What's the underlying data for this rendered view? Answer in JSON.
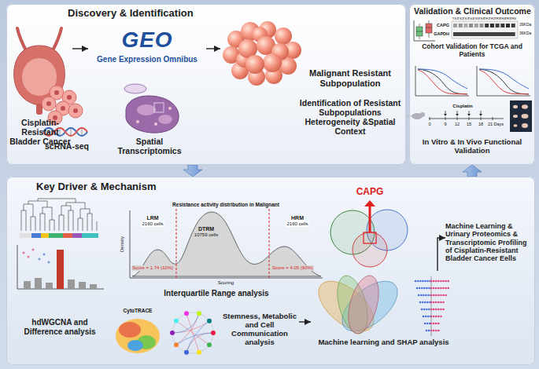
{
  "diagram": {
    "nodes": [
      {
        "text": [
          "Discovery & Identification"
        ]
      },
      {
        "text": [
          "Cisplatin-Resistant Bladder Cancer"
        ],
        "in": 0
      },
      {
        "text": [
          "GEO",
          "Gene Expression Omnibus"
        ],
        "in": 0
      },
      {
        "text": [
          "scRNA-seq"
        ],
        "in": 0
      },
      {
        "text": [
          "Spatial Transcriptomics"
        ],
        "in": 0
      },
      {
        "text": [
          "Malignant Resistant Subpopulation",
          "Identification of Resistant Subpopulations Heterogeneity &Spatial Context"
        ],
        "in": 0
      },
      {
        "text": [
          "Validation & Clinical Outcome"
        ]
      },
      {
        "text": [
          "Cohort Validation for TCGA and Patients"
        ],
        "in": 6
      },
      {
        "text": [
          "In Vitro & In Vivo Functional Validation"
        ],
        "in": 6
      },
      {
        "text": [
          "Key Driver & Mechanism"
        ]
      },
      {
        "text": [
          "hdWGCNA and Difference analysis"
        ],
        "in": 9
      },
      {
        "text": [
          "Interquartile Range analysis"
        ],
        "in": 9
      },
      {
        "text": [
          "Stemness, Metabolic and Cell Communication analysis"
        ],
        "in": 9
      },
      {
        "text": [
          "Machine learning and SHAP analysis"
        ],
        "in": 9
      },
      {
        "text": [
          "CAPG"
        ],
        "in": 9
      },
      {
        "text": [
          "Machine Learning & Urinary Proteomics & Transcriptomic Profiling of Cisplatin-Resistant Bladder Cancer Eells"
        ],
        "in": 9
      }
    ],
    "edges": [
      {
        "from": 1,
        "to": 2,
        "arrow": "to"
      },
      {
        "from": 2,
        "to": 5,
        "arrow": "to"
      },
      {
        "from": 0,
        "to": 9,
        "arrow": "to"
      },
      {
        "from": 12,
        "to": 13,
        "arrow": "to"
      },
      {
        "from": 13,
        "to": 15,
        "arrow": "to"
      },
      {
        "from": 9,
        "to": 6,
        "arrow": "to"
      }
    ],
    "labels": [
      "TS1",
      "TS2",
      "TS3",
      "TS4",
      "TS5",
      "TS6",
      "TR1",
      "TR2",
      "TR3",
      "TR4",
      "TR5",
      "TR6",
      "CAPG",
      "GAPDH",
      "39KDa",
      "36KDa",
      "Cisplatin",
      "0",
      "9",
      "12",
      "15",
      "18",
      "21 Days",
      "Resistance activity distribution in Malignant",
      "LRM",
      "2160 cells",
      "DTRM",
      "10759 cells",
      "HRM",
      "2160 cells",
      "Score = 1.74 (10%)",
      "Score = 4.05 (90%)",
      "Density",
      "Scoring",
      "CytoTRACE"
    ]
  }
}
